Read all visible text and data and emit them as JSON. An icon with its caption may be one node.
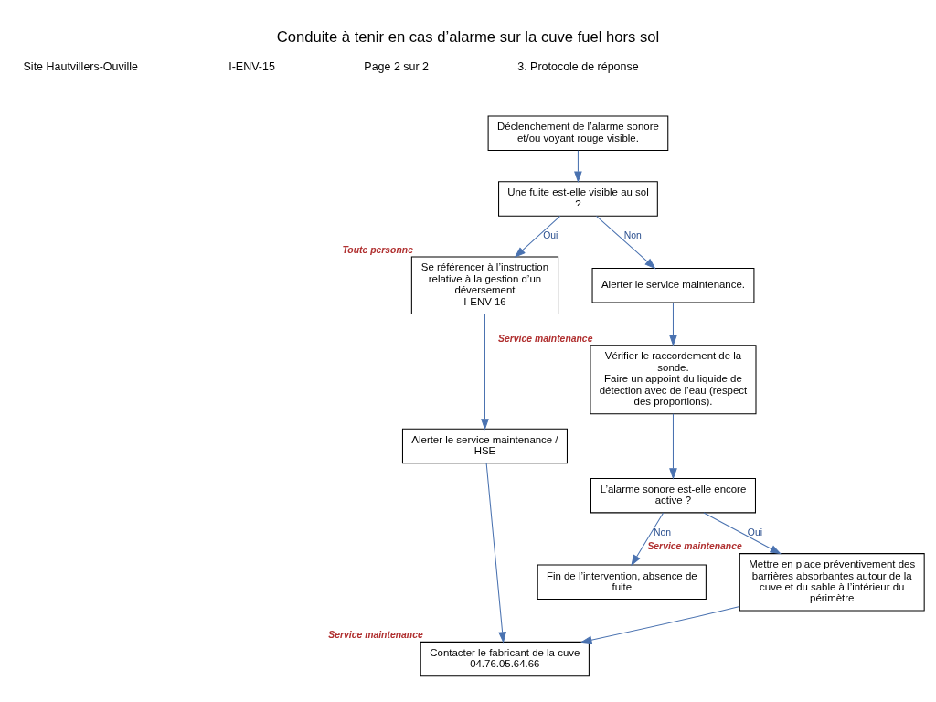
{
  "diagram": {
    "title": "Conduite à tenir en cas d’alarme sur la cuve fuel hors sol",
    "labels": [
      "Site Hautvillers-Ouville",
      "I-ENV-15",
      "Page 2 sur 2",
      "3. Protocole de réponse"
    ],
    "nodes": [
      {
        "text": [
          "Déclenchement de l’alarme sonore et/ou voyant rouge visible."
        ]
      },
      {
        "text": [
          "Une fuite est-elle visible au sol ?"
        ]
      },
      {
        "text": [
          "Se référencer à l’instruction relative à la gestion d’un déversement",
          "I-ENV-16"
        ],
        "beside": [
          "Toute personne"
        ]
      },
      {
        "text": [
          "Alerter le service maintenance / HSE"
        ]
      },
      {
        "text": [
          "Alerter le service maintenance."
        ]
      },
      {
        "text": [
          "Vérifier le raccordement de la sonde.",
          "Faire un appoint du liquide de détection avec de l’eau (respect des proportions)."
        ],
        "beside": [
          "Service maintenance"
        ]
      },
      {
        "text": [
          "L’alarme sonore est-elle encore active ?"
        ]
      },
      {
        "text": [
          "Fin de l’intervention, absence de fuite"
        ]
      },
      {
        "text": [
          "Mettre en place préventivement des barrières absorbantes autour de la cuve et du sable à l’intérieur du périmètre"
        ],
        "beside": [
          "Service maintenance"
        ]
      },
      {
        "text": [
          "Contacter le fabricant de la cuve",
          "04.76.05.64.66"
        ],
        "beside": [
          "Service maintenance"
        ]
      }
    ],
    "edges": [
      {
        "from": 0,
        "to": 1,
        "arrow": "to"
      },
      {
        "from": 1,
        "to": 2,
        "arrow": "to",
        "label": "Oui"
      },
      {
        "from": 1,
        "to": 4,
        "arrow": "to",
        "label": "Non"
      },
      {
        "from": 2,
        "to": 3,
        "arrow": "to"
      },
      {
        "from": 4,
        "to": 5,
        "arrow": "to"
      },
      {
        "from": 5,
        "to": 6,
        "arrow": "to"
      },
      {
        "from": 6,
        "to": 7,
        "arrow": "to",
        "label": "Non"
      },
      {
        "from": 6,
        "to": 8,
        "arrow": "to",
        "label": "Oui"
      },
      {
        "from": 8,
        "to": 9,
        "arrow": "to"
      },
      {
        "from": 3,
        "to": 9,
        "arrow": "to"
      }
    ]
  }
}
